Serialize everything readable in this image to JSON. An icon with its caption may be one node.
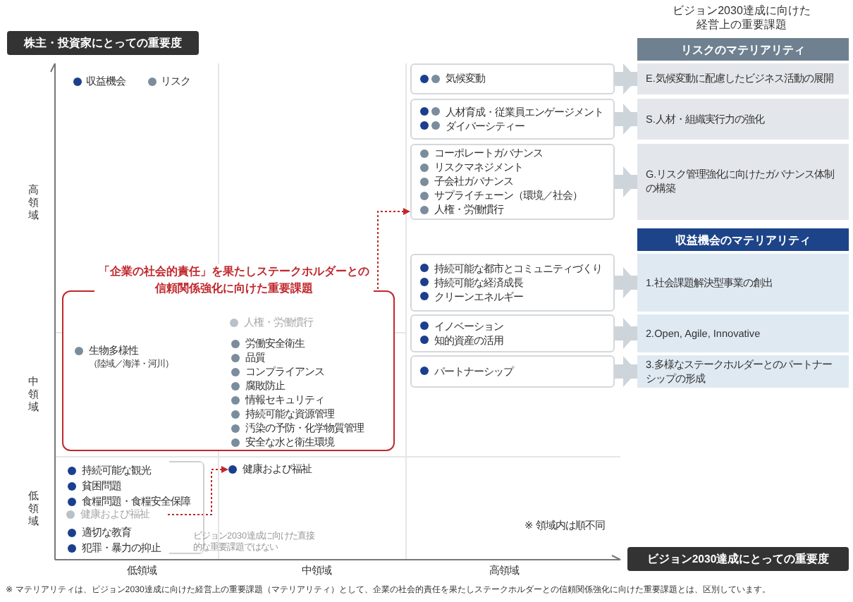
{
  "diagram": {
    "caption": "※ マテリアリティは、ビジョン2030達成に向けた経営上の重要課題（マテリアリティ）として、企業の社会的責任を果たしステークホルダーとの信頼関係強化に向けた重要課題とは、区別しています。",
    "nodes": [
      {
        "text": [
          "気候変動"
        ]
      },
      {
        "text": [
          "人材育成・従業員エンゲージメント",
          "ダイバーシティー"
        ]
      },
      {
        "text": [
          "コーポレートガバナンス",
          "リスクマネジメント",
          "子会社ガバナンス",
          "サプライチェーン（環境／社会）",
          "人権・労働慣行"
        ]
      },
      {
        "text": [
          "持続可能な都市とコミュニティづくり",
          "持続可能な経済成長",
          "クリーンエネルギー"
        ]
      },
      {
        "text": [
          "イノベーション",
          "知的資産の活用"
        ]
      },
      {
        "text": [
          "パートナーシップ"
        ]
      },
      {
        "text": [
          "E.気候変動に配慮したビジネス活動の展開"
        ]
      },
      {
        "text": [
          "S.人材・組織実行力の強化"
        ]
      },
      {
        "text": [
          "G.リスク管理強化に向けたガバナンス体制の構築"
        ]
      },
      {
        "text": [
          "リスクのマテリアリティ"
        ]
      },
      {
        "text": [
          "収益機会のマテリアリティ"
        ]
      },
      {
        "text": [
          "1.社会課題解決型事業の創出"
        ]
      },
      {
        "text": [
          "2.Open, Agile, Innovative"
        ]
      },
      {
        "text": [
          "3.多様なステークホルダーとのパートナーシップの形成"
        ]
      },
      {
        "text": [
          "「企業の社会的責任」を果たしステークホルダーとの信頼関係強化に向けた重要課題",
          "生物多様性",
          "（陸域／海洋・河川）",
          "労働安全衛生",
          "品質",
          "コンプライアンス",
          "腐敗防止",
          "情報セキュリティ",
          "持続可能な資源管理",
          "汚染の予防・化学物質管理",
          "安全な水と衛生環境"
        ]
      },
      {
        "text": [
          "人権・労働慣行"
        ],
        "in": 14
      },
      {
        "text": [
          "持続可能な観光",
          "貧困問題",
          "食糧問題・食糧安全保障",
          "適切な教育",
          "犯罪・暴力の抑止"
        ]
      },
      {
        "text": [
          "健康および福祉"
        ],
        "in": 16
      },
      {
        "text": [
          "健康および福祉"
        ]
      }
    ],
    "edges": [
      {
        "from": 0,
        "to": 6,
        "arrow": "to"
      },
      {
        "from": 1,
        "to": 7,
        "arrow": "to"
      },
      {
        "from": 2,
        "to": 8,
        "arrow": "to"
      },
      {
        "from": 3,
        "to": 11,
        "arrow": "to"
      },
      {
        "from": 4,
        "to": 12,
        "arrow": "to"
      },
      {
        "from": 5,
        "to": 13,
        "arrow": "to"
      },
      {
        "from": 15,
        "to": 2,
        "arrow": "to",
        "style": "dashed",
        "color": "#c0282d"
      },
      {
        "from": 17,
        "to": 18,
        "arrow": "to",
        "style": "dashed",
        "color": "#c0282d"
      }
    ],
    "labels": [
      "株主・投資家にとっての重要度",
      "ビジョン2030達成に向けた経営上の重要課題",
      "高領域",
      "中領域",
      "低領域",
      "ビジョン2030達成に向けた直接的な重要課題ではない",
      "※ 領域内は順不同",
      "低領域",
      "中領域",
      "高領域",
      "ビジョン2030達成にとっての重要度"
    ],
    "legend": [
      {
        "text": "収益機会",
        "color": "#1b3f8e"
      },
      {
        "text": "リスク",
        "color": "#7b8d9c"
      }
    ]
  }
}
